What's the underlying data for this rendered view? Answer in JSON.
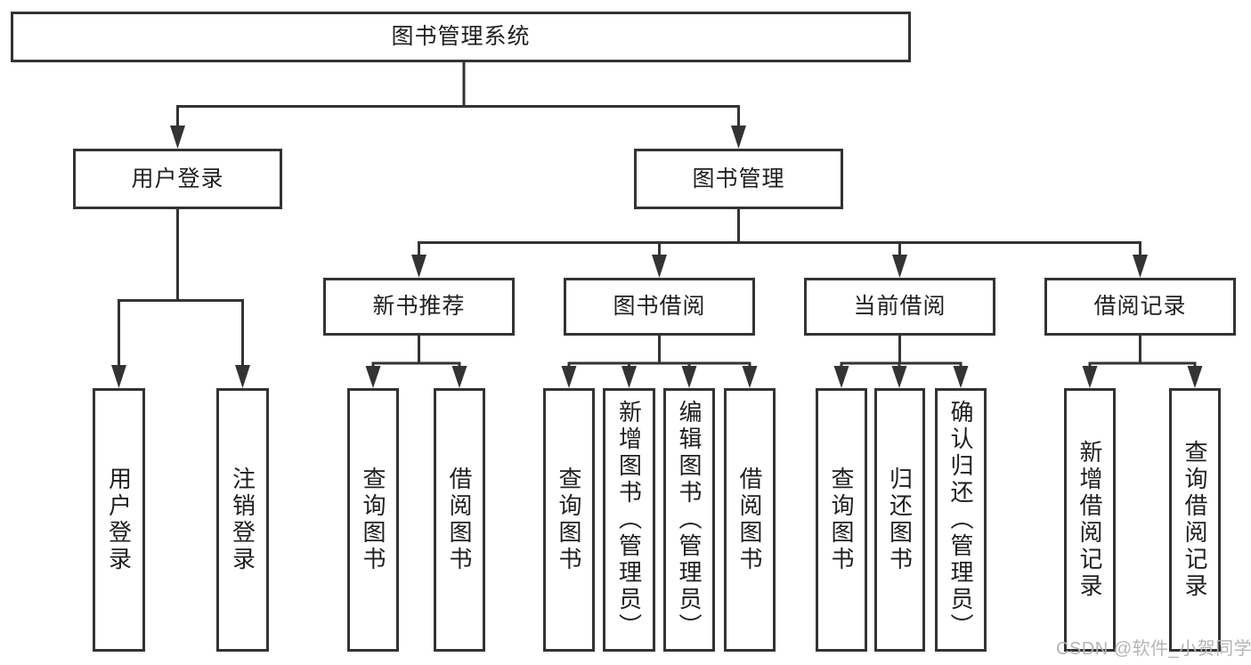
{
  "diagram": {
    "type": "hierarchy-tree",
    "root": {
      "label": "图书管理系统",
      "children": [
        {
          "label": "用户登录",
          "children": [
            {
              "label": "用户登录"
            },
            {
              "label": "注销登录"
            }
          ]
        },
        {
          "label": "图书管理",
          "children": [
            {
              "label": "新书推荐",
              "children": [
                {
                  "label": "查询图书"
                },
                {
                  "label": "借阅图书"
                }
              ]
            },
            {
              "label": "图书借阅",
              "children": [
                {
                  "label": "查询图书"
                },
                {
                  "label": "新增图书（管理员）"
                },
                {
                  "label": "编辑图书（管理员）"
                },
                {
                  "label": "借阅图书"
                }
              ]
            },
            {
              "label": "当前借阅",
              "children": [
                {
                  "label": "查询图书"
                },
                {
                  "label": "归还图书"
                },
                {
                  "label": "确认归还（管理员）"
                }
              ]
            },
            {
              "label": "借阅记录",
              "children": [
                {
                  "label": "新增借阅记录"
                },
                {
                  "label": "查询借阅记录"
                }
              ]
            }
          ]
        }
      ]
    }
  },
  "watermark": {
    "text": "CSDN @软件_小贺同学"
  },
  "colors": {
    "line": "#333333",
    "box_border": "#333333",
    "box_fill": "#ffffff",
    "text": "#1f1f1f",
    "background": "#ffffff",
    "watermark": "#b5b5b5"
  }
}
